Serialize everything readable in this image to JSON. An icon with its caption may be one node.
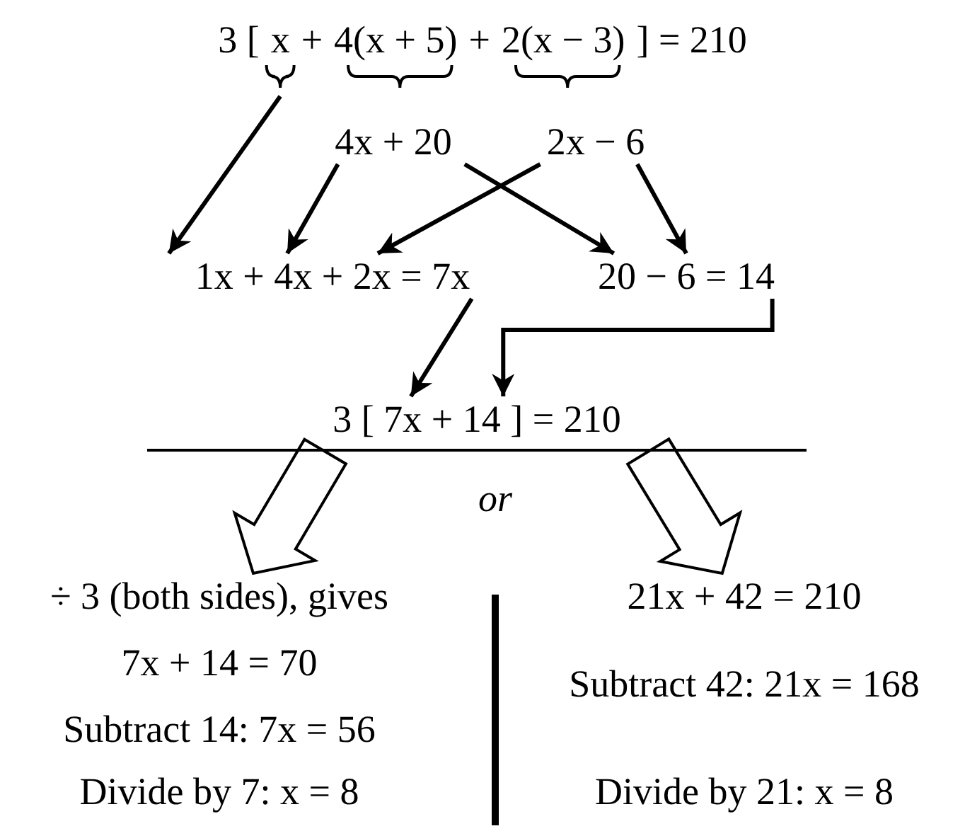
{
  "diagram": {
    "nodes": [
      {
        "text": [
          "x"
        ]
      },
      {
        "text": [
          "4x + 20"
        ]
      },
      {
        "text": [
          "2x − 6"
        ]
      },
      {
        "text": [
          "1x + 4x + 2x = 7x"
        ]
      },
      {
        "text": [
          "20 − 6 = 14"
        ]
      },
      {
        "text": [
          "3 [ 7x + 14 ] = 210"
        ]
      },
      {
        "text": [
          "÷ 3 (both sides), gives",
          "7x + 14 = 70",
          "Subtract 14: 7x = 56",
          "Divide by 7:  x = 8"
        ]
      },
      {
        "text": [
          "21x + 42 = 210",
          "Subtract 42:  21x = 168",
          "Divide by 21:  x = 8"
        ]
      }
    ],
    "edges": [
      {
        "from": 0,
        "to": 3,
        "arrow": "to"
      },
      {
        "from": 1,
        "to": 3,
        "arrow": "to"
      },
      {
        "from": 1,
        "to": 4,
        "arrow": "to"
      },
      {
        "from": 2,
        "to": 3,
        "arrow": "to"
      },
      {
        "from": 2,
        "to": 4,
        "arrow": "to"
      },
      {
        "from": 3,
        "to": 5,
        "arrow": "to"
      },
      {
        "from": 4,
        "to": 5,
        "arrow": "to"
      },
      {
        "from": 5,
        "to": 6,
        "arrow": "to",
        "style": "thick"
      },
      {
        "from": 5,
        "to": 7,
        "arrow": "to",
        "style": "thick"
      }
    ],
    "labels": [
      "3 [",
      "+",
      "4(x + 5)",
      "+",
      "2(x − 3)",
      "] = 210",
      "or"
    ]
  }
}
